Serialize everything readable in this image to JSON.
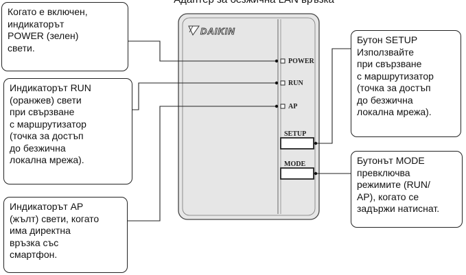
{
  "title": "Адаптер за безжична LAN връзка",
  "device": {
    "brand": "DAIKIN",
    "indicators": [
      {
        "name": "power",
        "label": "POWER"
      },
      {
        "name": "run",
        "label": "RUN"
      },
      {
        "name": "ap",
        "label": "AP"
      }
    ],
    "buttons": [
      {
        "name": "setup",
        "label": "SETUP"
      },
      {
        "name": "mode",
        "label": "MODE"
      }
    ]
  },
  "callouts": {
    "power": "Когато е включен,\nиндикаторът\nPOWER (зелен)\nсвети.",
    "run": "Индикаторът RUN\n(оранжев) свети\nпри свързване\nс маршрутизатор\n(точка за достъп\nдо безжична\nлокална мрежа).",
    "ap": "Индикаторът AP\n(жълт) свети, когато\nима директна\nвръзка със\nсмартфон.",
    "setup": "Бутон SETUP\nИзползвайте\nпри свързване\nс маршрутизатор\n(точка за достъп\nдо безжична\nлокална мрежа).",
    "mode": "Бутонът MODE\nпревключва\nрежимите (RUN/\nAP), когато се\nзадържи натиснат."
  }
}
